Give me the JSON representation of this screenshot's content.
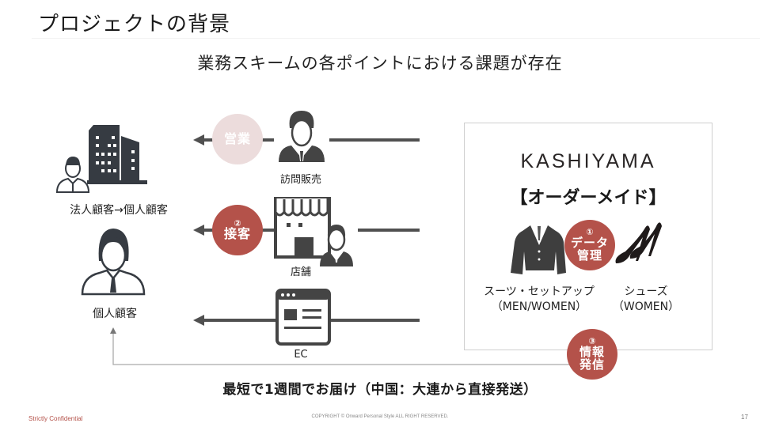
{
  "header": {
    "title": "プロジェクトの背景",
    "subtitle": "業務スキームの各ポイントにおける課題が存在"
  },
  "customers": {
    "corporate_label": "法人顧客→個人顧客",
    "individual_label": "個人顧客"
  },
  "channels": [
    {
      "id": "visit",
      "label": "訪問販売",
      "badge_text": "営業",
      "badge_num": "",
      "badge_state": "inactive"
    },
    {
      "id": "store",
      "label": "店舗",
      "badge_text": "接客",
      "badge_num": "②",
      "badge_state": "active"
    },
    {
      "id": "ec",
      "label": "EC"
    }
  ],
  "brand": {
    "name": "KASHIYAMA",
    "category": "【オーダーメイド】",
    "products": [
      {
        "line1": "スーツ・セットアップ",
        "line2": "（MEN/WOMEN）"
      },
      {
        "line1": "シューズ",
        "line2": "（WOMEN）"
      }
    ]
  },
  "issues": {
    "data_mgmt": {
      "num": "①",
      "line1": "データ",
      "line2": "管理"
    },
    "info_dist": {
      "num": "③",
      "line1": "情報",
      "line2": "発信"
    }
  },
  "delivery_note": "最短で1週間でお届け（中国：大連から直接発送）",
  "colors": {
    "accent": "#b4524a",
    "accent_light": "#ecdcdc",
    "arrow": "#505050",
    "icon": "#363b42"
  },
  "footer": {
    "confidential": "Strictly Confidential",
    "copyright": "COPYRIGHT © Onward Personal Style ALL RIGHT RESERVED.",
    "page_number": "17"
  }
}
